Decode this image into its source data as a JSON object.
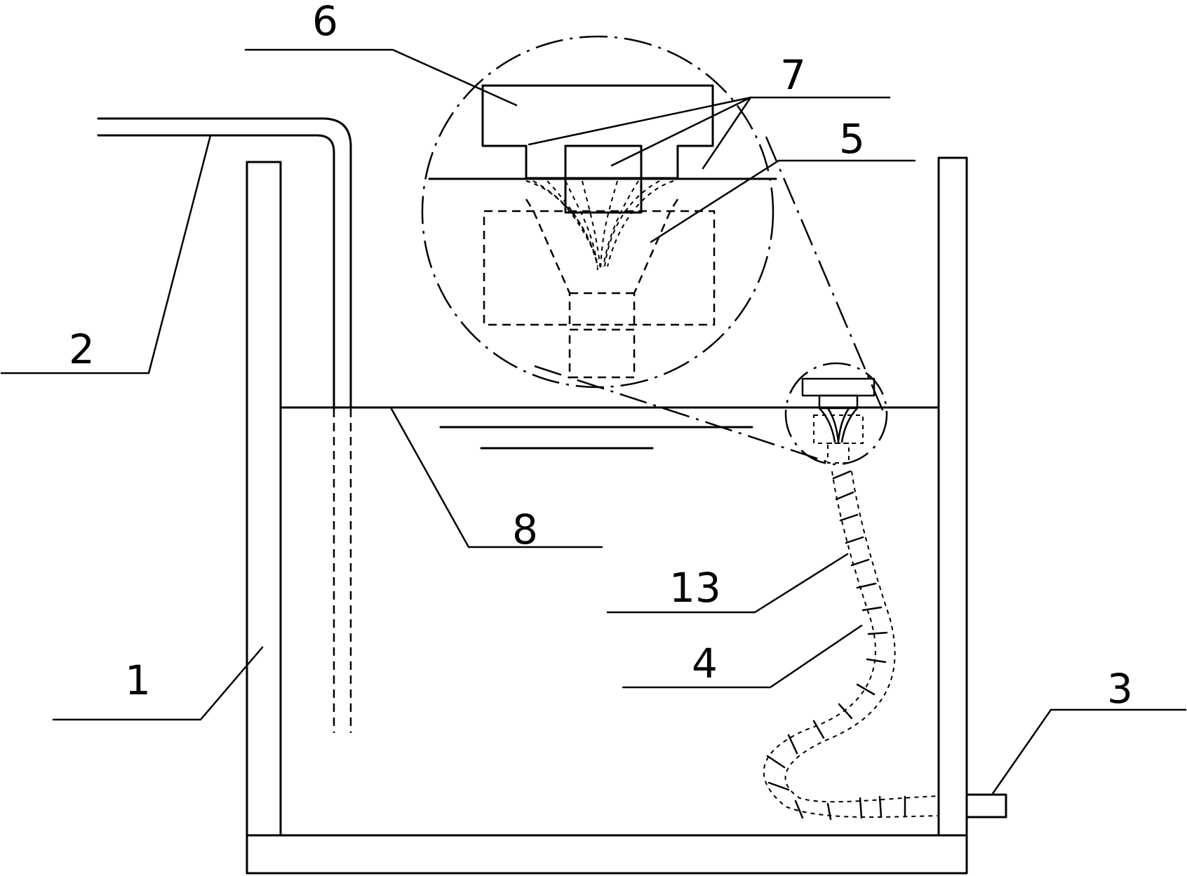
{
  "labels": {
    "tank": "1",
    "inlet_pipe": "2",
    "outlet": "3",
    "hose": "4",
    "nozzle": "5",
    "float": "6",
    "jets": "7",
    "water_level": "8",
    "hose_wall": "13"
  },
  "colors": {
    "line": "#000000",
    "background": "#ffffff"
  }
}
